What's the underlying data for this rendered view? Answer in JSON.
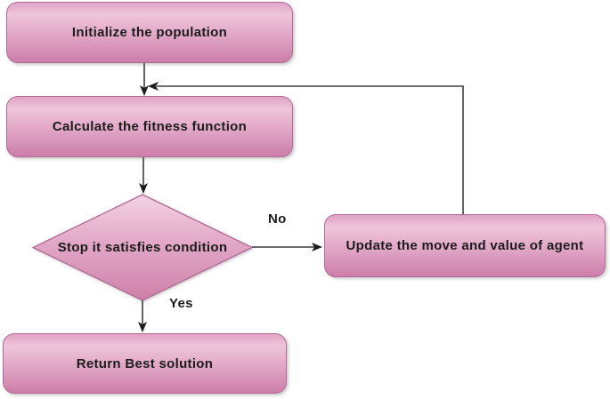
{
  "diagram": {
    "type": "flowchart",
    "nodes": [
      {
        "id": "init",
        "label": "Initialize the population",
        "shape": "rounded-rect"
      },
      {
        "id": "fitness",
        "label": "Calculate the fitness function",
        "shape": "rounded-rect"
      },
      {
        "id": "condition",
        "label": "Stop it satisfies condition",
        "shape": "diamond"
      },
      {
        "id": "update",
        "label": "Update the move and value of agent",
        "shape": "rounded-rect"
      },
      {
        "id": "return",
        "label": "Return Best solution",
        "shape": "rounded-rect"
      }
    ],
    "edges": [
      {
        "from": "init",
        "to": "fitness",
        "label": ""
      },
      {
        "from": "fitness",
        "to": "condition",
        "label": ""
      },
      {
        "from": "condition",
        "to": "update",
        "label": "No"
      },
      {
        "from": "condition",
        "to": "return",
        "label": "Yes"
      },
      {
        "from": "update",
        "to": "fitness",
        "label": ""
      }
    ],
    "edge_labels": {
      "no": "No",
      "yes": "Yes"
    },
    "colors": {
      "background": "#ffffff",
      "node-fill-top": "#dfa3c4",
      "node-fill-highlight": "#efc5da",
      "node-fill-mid": "#e2a9c8",
      "node-fill-bottom": "#cd7ea9",
      "node-border": "#b26b94",
      "diamond-fill-top": "#f3d3e3",
      "diamond-fill-mid": "#e2a8c7",
      "diamond-fill-bottom": "#ce80a9",
      "connector": "#3d3d3d",
      "arrowhead": "#1d1d1d",
      "text": "#1c1c1c"
    }
  }
}
